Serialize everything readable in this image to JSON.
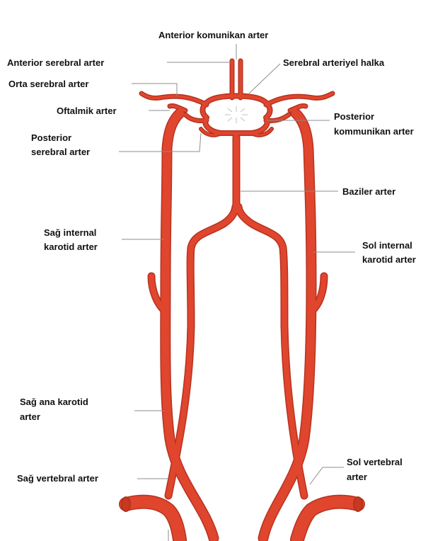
{
  "diagram": {
    "labels": {
      "anterior_komunikan": "Anterior komunikan arter",
      "anterior_serebral": "Anterior serebral arter",
      "serebral_halka": "Serebral arteriyel halka",
      "orta_serebral": "Orta serebral arter",
      "oftalmik": "Oftalmik arter",
      "posterior_kommunikan_1": "Posterior",
      "posterior_kommunikan_2": "kommunikan arter",
      "posterior_serebral_1": "Posterior",
      "posterior_serebral_2": "serebral arter",
      "baziler": "Baziler arter",
      "sag_internal_1": "Sağ internal",
      "sag_internal_2": "karotid arter",
      "sol_internal_1": "Sol internal",
      "sol_internal_2": "karotid arter",
      "sag_ana_1": "Sağ ana karotid",
      "sag_ana_2": "arter",
      "sag_vertebral": "Sağ vertebral arter",
      "sol_vertebral_1": "Sol vertebral",
      "sol_vertebral_2": "arter"
    },
    "colors": {
      "artery": "#e0452e",
      "artery_dark": "#b7321f",
      "leader": "#8c8c8c",
      "text": "#111111"
    }
  }
}
